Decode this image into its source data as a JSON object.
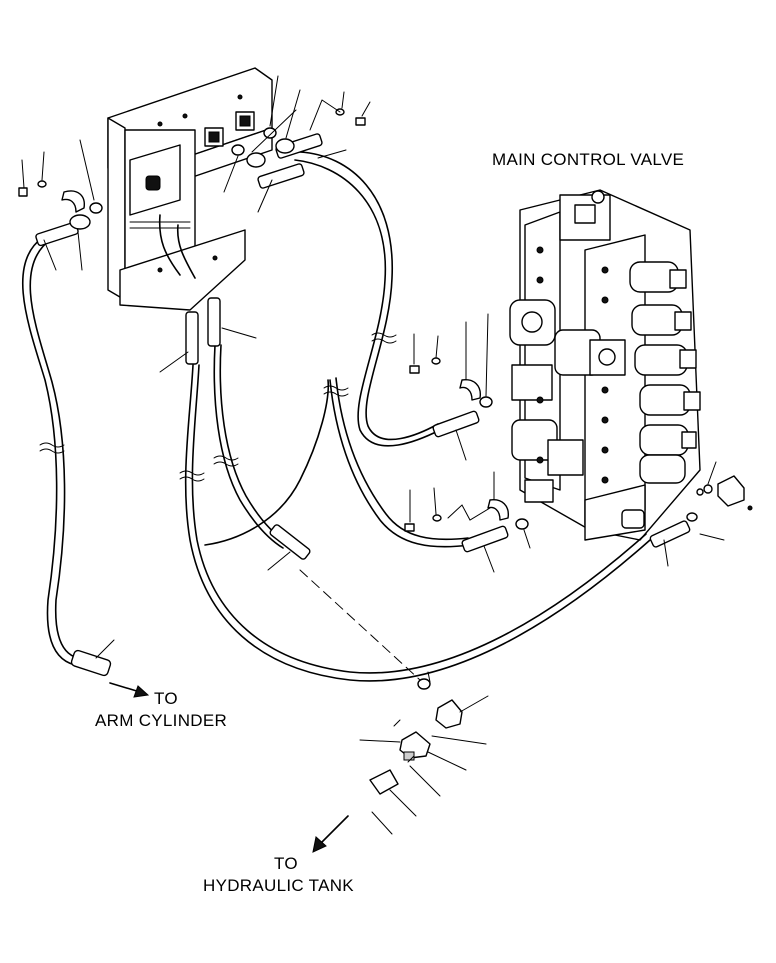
{
  "labels": {
    "main_control_valve": "MAIN CONTROL VALVE",
    "to_arm_1": "TO",
    "to_arm_2": "ARM CYLINDER",
    "to_tank_1": "TO",
    "to_tank_2": "HYDRAULIC TANK"
  },
  "colors": {
    "line": "#000000",
    "background": "#ffffff"
  }
}
